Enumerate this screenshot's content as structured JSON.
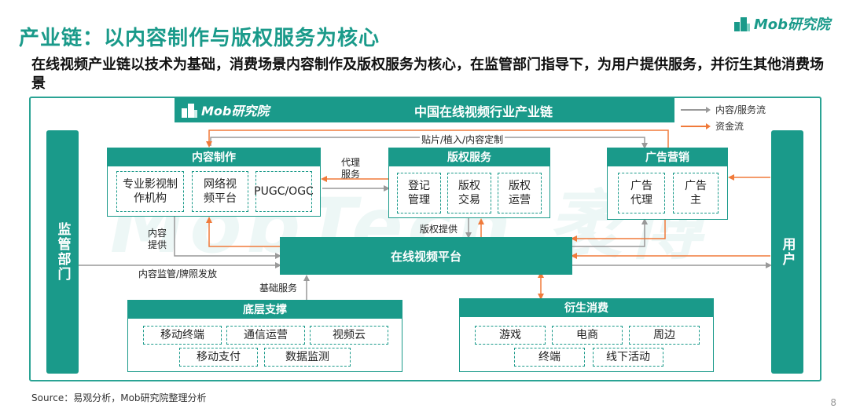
{
  "header": {
    "title": "产业链：以内容制作与版权服务为核心",
    "subtitle": "在线视频产业链以技术为基础，消费场景内容制作及版权服务为核心，在监管部门指导下，为用户提供服务，并衍生其他消费场景",
    "brand": "Mob研究院"
  },
  "diagram": {
    "banner_brand": "Mob研究院",
    "banner_title": "中国在线视频行业产业链",
    "legend": {
      "content_flow": "内容/服务流",
      "content_flow_color": "#999999",
      "fund_flow": "资金流",
      "fund_flow_color": "#f07a3a"
    },
    "left_bar": "监管部门",
    "right_bar": "用户",
    "content_production": {
      "title": "内容制作",
      "items": [
        "专业影视制作机构",
        "网络视频平台",
        "PUGC/OGC"
      ]
    },
    "copyright_service": {
      "title": "版权服务",
      "items": [
        "登记管理",
        "版权交易",
        "版权运营"
      ]
    },
    "ad_marketing": {
      "title": "广告营销",
      "items": [
        "广告代理",
        "广告主"
      ]
    },
    "platform": "在线视频平台",
    "infrastructure": {
      "title": "底层支撑",
      "items": [
        "移动终端",
        "通信运营",
        "视频云",
        "移动支付",
        "数据监测"
      ]
    },
    "derivative": {
      "title": "衍生消费",
      "items": [
        "游戏",
        "电商",
        "周边",
        "终端",
        "线下活动"
      ]
    },
    "labels": {
      "top_link": "贴片/植入/内容定制",
      "agency": "代理服务",
      "content_supply": "内容提供",
      "copyright_supply": "版权提供",
      "supervision": "内容监管/牌照发放",
      "base_service": "基础服务"
    },
    "watermark": "MobTech 袤博"
  },
  "footer": {
    "source": "Source：易观分析，Mob研究院整理分析",
    "page": "8"
  }
}
